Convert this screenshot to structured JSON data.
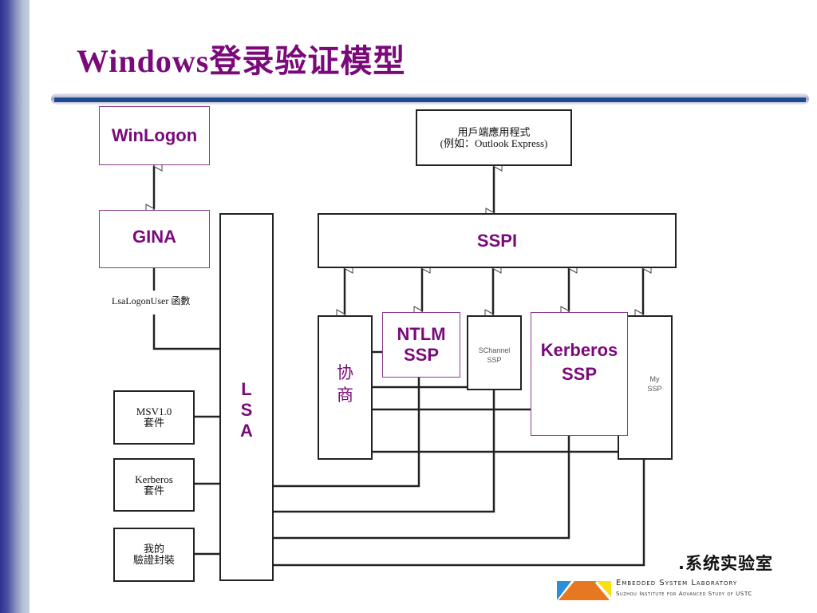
{
  "slide": {
    "title": "Windows登录验证模型"
  },
  "diagram": {
    "winlogon": "WinLogon",
    "gina": "GINA",
    "lsalogonuser": "LsaLogonUser 函數",
    "client_app_line1": "用戶端應用程式",
    "client_app_line2": "(例如：Outlook Express)",
    "sspi": "SSPI",
    "lsa_letters": [
      "L",
      "S",
      "A"
    ],
    "negotiate_chars": [
      "协",
      "商"
    ],
    "ntlm_line1": "NTLM",
    "ntlm_line2": "SSP",
    "schannel_line1": "SChannel",
    "schannel_line2": "SSP",
    "kerberos_ssp_line1": "Kerberos",
    "kerberos_ssp_line2": "SSP",
    "my_ssp_line1": "My",
    "my_ssp_line2": "SSP",
    "msv_line1": "MSV1.0",
    "msv_line2": "套件",
    "kerb_pkg_line1": "Kerberos",
    "kerb_pkg_line2": "套件",
    "custom_pkg_line1": "我的",
    "custom_pkg_line2": "驗證封裝"
  },
  "footer": {
    "lab_name_cn": ".系统实验室",
    "lab_name_en": "Embedded System Laboratory",
    "institute": "Suzhou Institute for Advanced Study of USTC",
    "logo_colors": [
      "#2a8fd8",
      "#e87722",
      "#f5e10f",
      "#6bb84a"
    ]
  }
}
